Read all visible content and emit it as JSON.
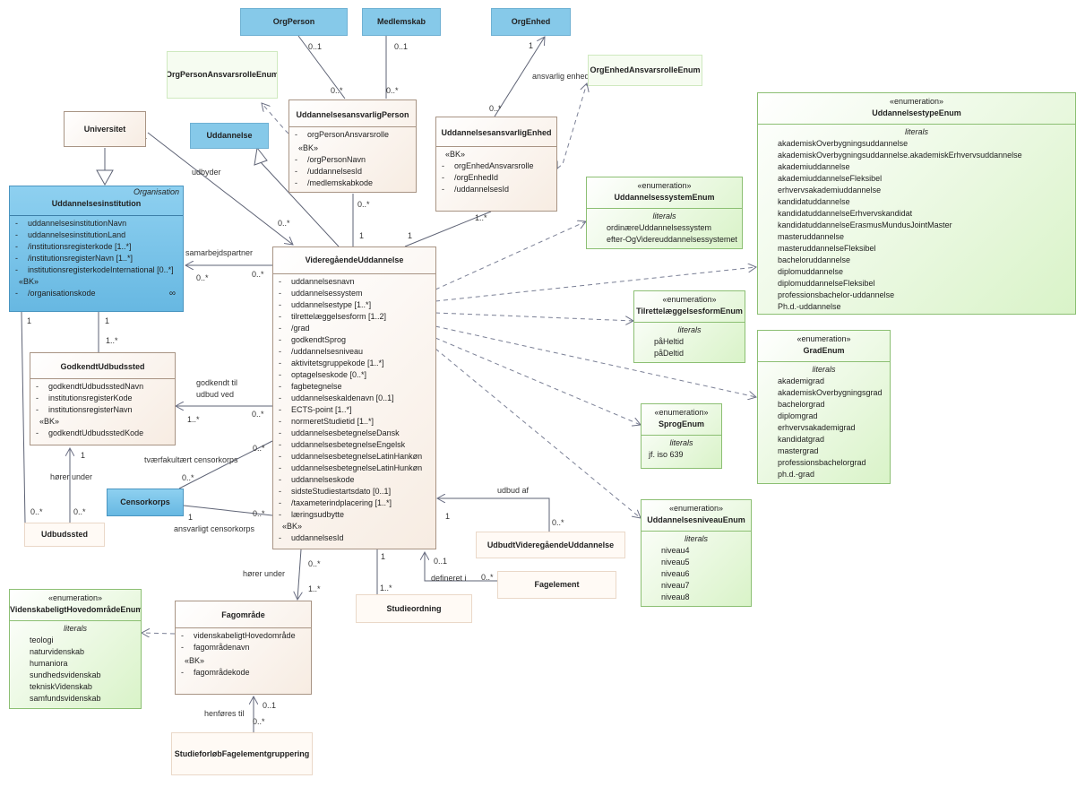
{
  "boxes": {
    "orgperson": {
      "title": "OrgPerson"
    },
    "medlemskab": {
      "title": "Medlemskab"
    },
    "orgenhed": {
      "title": "OrgEnhed"
    },
    "orgpersonenum": {
      "title": "OrgPersonAnsvarsrolleEnum"
    },
    "orgenhedenum": {
      "title": "OrgEnhedAnsvarsrolleEnum"
    },
    "universitet": {
      "title": "Universitet"
    },
    "uddannelse": {
      "title": "Uddannelse"
    },
    "studieordning": {
      "title": "Studieordning"
    },
    "fagelement": {
      "title": "Fagelement"
    },
    "udbudtvid": {
      "title": "UdbudtVideregåendeUddannelse"
    },
    "udbudssted": {
      "title": "Udbudssted"
    },
    "censorkorps": {
      "title": "Censorkorps"
    },
    "studieforloeb": {
      "title": "StudieforløbFagelementgruppering"
    },
    "ansvarligperson": {
      "title": "UddannelsesansvarligPerson",
      "attrs": [
        "orgPersonAnsvarsrolle"
      ],
      "bk_label": "«BK»",
      "bk": [
        "/orgPersonNavn",
        "/uddannelsesId",
        "/medlemskabkode"
      ]
    },
    "ansvarligenhed": {
      "title": "UddannelsesansvarligEnhed",
      "bk_label": "«BK»",
      "bk": [
        "orgEnhedAnsvarsrolle",
        "/orgEnhedId",
        "/uddannelsesId"
      ]
    },
    "institution": {
      "corner": "Organisation",
      "title": "Uddannelsesinstitution",
      "attrs": [
        "uddannelsesinstitutionNavn",
        "uddannelsesinstitutionLand",
        "/institutionsregisterkode [1..*]",
        "/institutionsregisterNavn [1..*]",
        "institutionsregisterkodeInternational [0..*]"
      ],
      "bk_label": "«BK»",
      "bk": [
        "/organisationskode"
      ]
    },
    "godkendt": {
      "title": "GodkendtUdbudssted",
      "attrs": [
        "godkendtUdbudsstedNavn",
        "institutionsregisterKode",
        "institutionsregisterNavn"
      ],
      "bk_label": "«BK»",
      "bk": [
        "godkendtUdbudsstedKode"
      ]
    },
    "vu": {
      "title": "VideregåendeUddannelse",
      "attrs": [
        "uddannelsesnavn",
        "uddannelsessystem",
        "uddannelsestype [1..*]",
        "tilrettelæggelsesform [1..2]",
        "/grad",
        "godkendtSprog",
        "/uddannelsesniveau",
        "aktivitetsgruppekode [1..*]",
        "optagelseskode [0..*]",
        "fagbetegnelse",
        "uddannelseskaldenavn [0..1]",
        "ECTS-point [1..*]",
        "normeretStudietid [1..*]",
        "uddannelsesbetegnelseDansk",
        "uddannelsesbetegnelseEngelsk",
        "uddannelsesbetegnelseLatinHankøn",
        "uddannelsesbetegnelseLatinHunkøn",
        "uddannelseskode",
        "sidsteStudiestartsdato [0..1]",
        "/taxameterindplacering [1..*]",
        "læringsudbytte"
      ],
      "bk_label": "«BK»",
      "bk": [
        "uddannelsesId"
      ]
    },
    "fagomraade": {
      "title": "Fagområde",
      "attrs": [
        "videnskabeligtHovedområde",
        "fagområdenavn"
      ],
      "bk_label": "«BK»",
      "bk": [
        "fagområdekode"
      ]
    },
    "typeenum": {
      "stereo": "«enumeration»",
      "title": "UddannelsestypeEnum",
      "lit_label": "literals",
      "literals": [
        "akademiskOverbygningsuddannelse",
        "akademiskOverbygningsuddannelse.akademiskErhvervsuddannelse",
        "akademiuddannelse",
        "akademiuddannelseFleksibel",
        "erhvervsakademiuddannelse",
        "kandidatuddannelse",
        "kandidatuddannelseErhvervskandidat",
        "kandidatuddannelseErasmusMundusJointMaster",
        "masteruddannelse",
        "masteruddannelseFleksibel",
        "bacheloruddannelse",
        "diplomuddannelse",
        "diplomuddannelseFleksibel",
        "professionsbachelor-uddannelse",
        "Ph.d.-uddannelse"
      ]
    },
    "systemenum": {
      "stereo": "«enumeration»",
      "title": "UddannelsessystemEnum",
      "lit_label": "literals",
      "literals": [
        "ordinæreUddannelsessystem",
        "efter-OgVidereuddannelsessystemet"
      ]
    },
    "tilenum": {
      "stereo": "«enumeration»",
      "title": "TilrettelæggelsesformEnum",
      "lit_label": "literals",
      "literals": [
        "påHeltid",
        "påDeltid"
      ]
    },
    "gradenum": {
      "stereo": "«enumeration»",
      "title": "GradEnum",
      "lit_label": "literals",
      "literals": [
        "akademigrad",
        "akademiskOverbygningsgrad",
        "bachelorgrad",
        "diplomgrad",
        "erhvervsakademigrad",
        "kandidatgrad",
        "mastergrad",
        "professionsbachelorgrad",
        "ph.d.-grad"
      ]
    },
    "sprogenum": {
      "stereo": "«enumeration»",
      "title": "SprogEnum",
      "lit_label": "literals",
      "literals": [
        "jf. iso 639"
      ]
    },
    "niveauenum": {
      "stereo": "«enumeration»",
      "title": "UddannelsesniveauEnum",
      "lit_label": "literals",
      "literals": [
        "niveau4",
        "niveau5",
        "niveau6",
        "niveau7",
        "niveau8"
      ]
    },
    "videnskabenum": {
      "stereo": "«enumeration»",
      "title": "VidenskabeligtHovedområdeEnum",
      "lit_label": "literals",
      "literals": [
        "teologi",
        "naturvidenskab",
        "humaniora",
        "sundhedsvidenskab",
        "tekniskVidenskab",
        "samfundsvidenskab"
      ]
    }
  },
  "labels": [
    {
      "id": "orgperson-mult",
      "text": "0..1"
    },
    {
      "id": "person-mult1",
      "text": "0..*"
    },
    {
      "id": "medlem-mult",
      "text": "0..1"
    },
    {
      "id": "person-mult2",
      "text": "0..*"
    },
    {
      "id": "orgenhed-mult",
      "text": "1"
    },
    {
      "id": "ansvarlig-enhed-role",
      "text": "ansvarlig enhed"
    },
    {
      "id": "enhed-mult",
      "text": "0..*"
    },
    {
      "id": "univ-mult",
      "text": "1"
    },
    {
      "id": "udbyder-role",
      "text": "udbyder"
    },
    {
      "id": "vu-udbyder-mult",
      "text": "0..*"
    },
    {
      "id": "person-vu-mult",
      "text": "0..*"
    },
    {
      "id": "vu-person-mult",
      "text": "1"
    },
    {
      "id": "vu-enhed-mult",
      "text": "1"
    },
    {
      "id": "enhed-vu-mult",
      "text": "1..*"
    },
    {
      "id": "samarbejd-role",
      "text": "samarbejdspartner"
    },
    {
      "id": "samarbejd-mult1",
      "text": "0..*"
    },
    {
      "id": "samarbejd-mult2",
      "text": "0..*"
    },
    {
      "id": "inst-godk-mult1",
      "text": "1"
    },
    {
      "id": "inst-godk-mult2",
      "text": "1..*"
    },
    {
      "id": "godkendt-role1",
      "text": "godkendt til"
    },
    {
      "id": "godkendt-role2",
      "text": "udbud ved"
    },
    {
      "id": "godk-mult",
      "text": "1..*"
    },
    {
      "id": "vu-godk-mult",
      "text": "0..*"
    },
    {
      "id": "tvaer-role",
      "text": "tværfakultært censorkorps"
    },
    {
      "id": "tvaer-mult1",
      "text": "0..*"
    },
    {
      "id": "tvaer-mult2",
      "text": "0..*"
    },
    {
      "id": "censor-mult1",
      "text": "1"
    },
    {
      "id": "censor-mult2",
      "text": "0..*"
    },
    {
      "id": "ansvarligt-role",
      "text": "ansvarligt censorkorps"
    },
    {
      "id": "inst-udbud-mult1",
      "text": "1"
    },
    {
      "id": "inst-udbud-mult2",
      "text": "0..*"
    },
    {
      "id": "godk-udbud-mult1",
      "text": "1"
    },
    {
      "id": "godk-udbud-mult2",
      "text": "0..*"
    },
    {
      "id": "hoerer-under-role1",
      "text": "hører under"
    },
    {
      "id": "udbud-af-role",
      "text": "udbud af"
    },
    {
      "id": "udbud-mult1",
      "text": "1"
    },
    {
      "id": "udbud-mult2",
      "text": "0..*"
    },
    {
      "id": "studie-mult1",
      "text": "1"
    },
    {
      "id": "studie-mult2",
      "text": "1..*"
    },
    {
      "id": "fag-mult1",
      "text": "0..1"
    },
    {
      "id": "fag-mult2",
      "text": "0..*"
    },
    {
      "id": "defineret-role",
      "text": "defineret i"
    },
    {
      "id": "hoerer-under-role2",
      "text": "hører under"
    },
    {
      "id": "fago-mult1",
      "text": "0..*"
    },
    {
      "id": "fago-mult2",
      "text": "1..*"
    },
    {
      "id": "henfoeres-role",
      "text": "henføres til"
    },
    {
      "id": "henf-mult1",
      "text": "0..1"
    },
    {
      "id": "henf-mult2",
      "text": "0..*"
    }
  ]
}
